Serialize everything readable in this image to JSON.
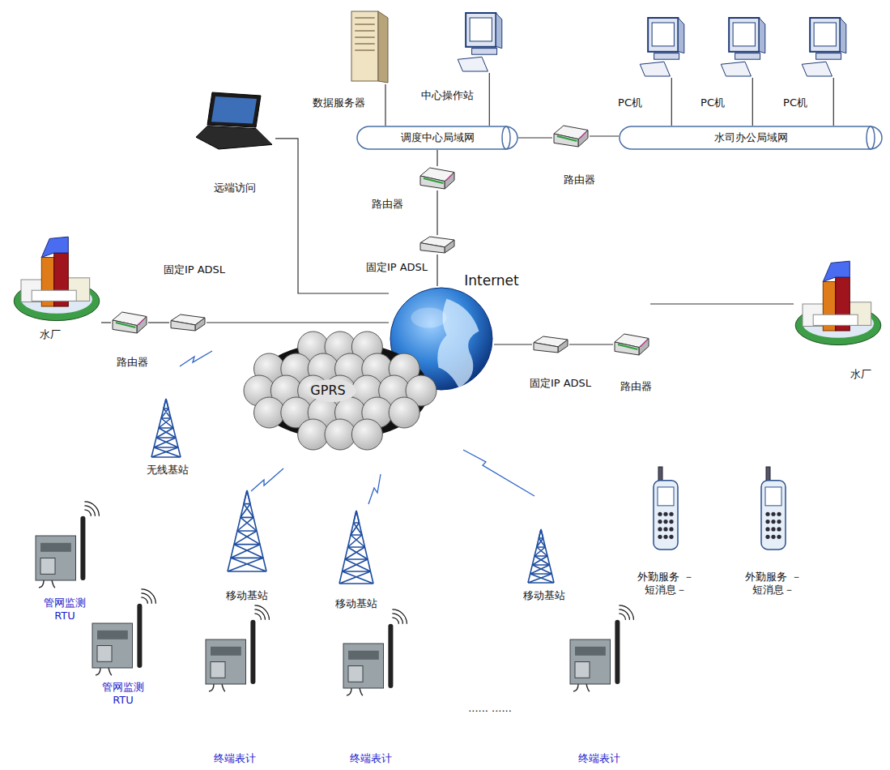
{
  "diagram": {
    "nodes": [
      {
        "text": [
          "数据服务器"
        ]
      },
      {
        "text": [
          "中心操作站"
        ]
      },
      {
        "text": [
          "PC机"
        ]
      },
      {
        "text": [
          "PC机"
        ]
      },
      {
        "text": [
          "PC机"
        ]
      },
      {
        "text": [
          "调度中心局域网"
        ]
      },
      {
        "text": [
          "路由器"
        ]
      },
      {
        "text": [
          "水司办公局域网"
        ]
      },
      {
        "text": [
          "远端访问"
        ]
      },
      {
        "text": [
          "路由器"
        ]
      },
      {
        "text": [
          "固定IP ADSL"
        ]
      },
      {
        "text": [
          "Internet"
        ]
      },
      {
        "text": [
          "水厂"
        ]
      },
      {
        "text": [
          "路由器"
        ]
      },
      {
        "text": [
          "固定IP ADSL"
        ]
      },
      {
        "text": [
          "GPRS"
        ]
      },
      {
        "text": [
          "固定IP ADSL"
        ]
      },
      {
        "text": [
          "路由器"
        ]
      },
      {
        "text": [
          "水厂"
        ]
      },
      {
        "text": [
          "无线基站"
        ]
      },
      {
        "text": [
          "移动基站"
        ]
      },
      {
        "text": [
          "移动基站"
        ]
      },
      {
        "text": [
          "移动基站"
        ]
      },
      {
        "text": [
          "外勤服务 －短消息－"
        ]
      },
      {
        "text": [
          "外勤服务 －短消息－"
        ]
      },
      {
        "text": [
          "管网监测 RTU"
        ]
      },
      {
        "text": [
          "管网监测 RTU"
        ]
      },
      {
        "text": [
          "终端表计"
        ]
      },
      {
        "text": [
          "终端表计"
        ]
      },
      {
        "text": [
          "终端表计"
        ]
      }
    ],
    "edges": [
      {
        "from": 0,
        "to": 5,
        "arrow": "none"
      },
      {
        "from": 1,
        "to": 5,
        "arrow": "none"
      },
      {
        "from": 2,
        "to": 7,
        "arrow": "none"
      },
      {
        "from": 3,
        "to": 7,
        "arrow": "none"
      },
      {
        "from": 4,
        "to": 7,
        "arrow": "none"
      },
      {
        "from": 5,
        "to": 6,
        "arrow": "none"
      },
      {
        "from": 6,
        "to": 7,
        "arrow": "none"
      },
      {
        "from": 5,
        "to": 9,
        "arrow": "none"
      },
      {
        "from": 9,
        "to": 10,
        "arrow": "none"
      },
      {
        "from": 10,
        "to": 11,
        "arrow": "none"
      },
      {
        "from": 8,
        "to": 11,
        "arrow": "none"
      },
      {
        "from": 12,
        "to": 13,
        "arrow": "none"
      },
      {
        "from": 13,
        "to": 14,
        "arrow": "none"
      },
      {
        "from": 14,
        "to": 11,
        "arrow": "none"
      },
      {
        "from": 11,
        "to": 16,
        "arrow": "none"
      },
      {
        "from": 16,
        "to": 17,
        "arrow": "none"
      },
      {
        "from": 17,
        "to": 18,
        "arrow": "none"
      }
    ],
    "labels": [
      "...... ......"
    ]
  }
}
